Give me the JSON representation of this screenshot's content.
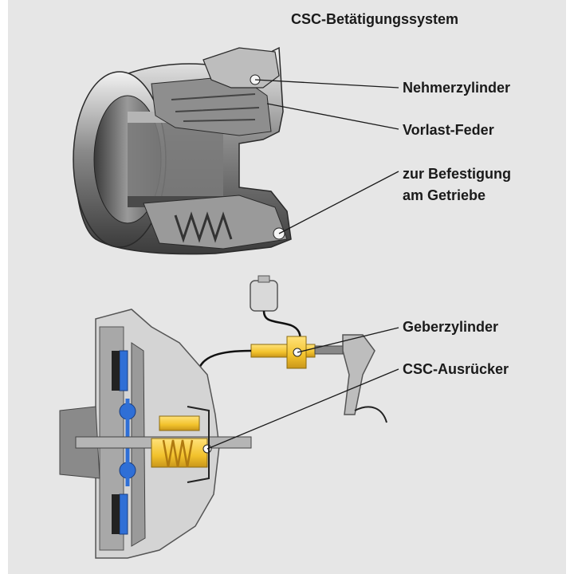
{
  "title": "CSC-Betätigungssystem",
  "labels": {
    "nehmerzylinder": "Nehmerzylinder",
    "vorlast_feder": "Vorlast-Feder",
    "befestigung_line1": "zur Befestigung",
    "befestigung_line2": "am Getriebe",
    "geberzylinder": "Geberzylinder",
    "csc_ausruecker": "CSC-Ausrücker"
  },
  "colors": {
    "background": "#e6e6e6",
    "cylinder_yellow": "#f2c22c",
    "clutch_blue": "#2f6fd6",
    "housing_grey": "#9c9c9c",
    "line": "#1a1a1a"
  }
}
